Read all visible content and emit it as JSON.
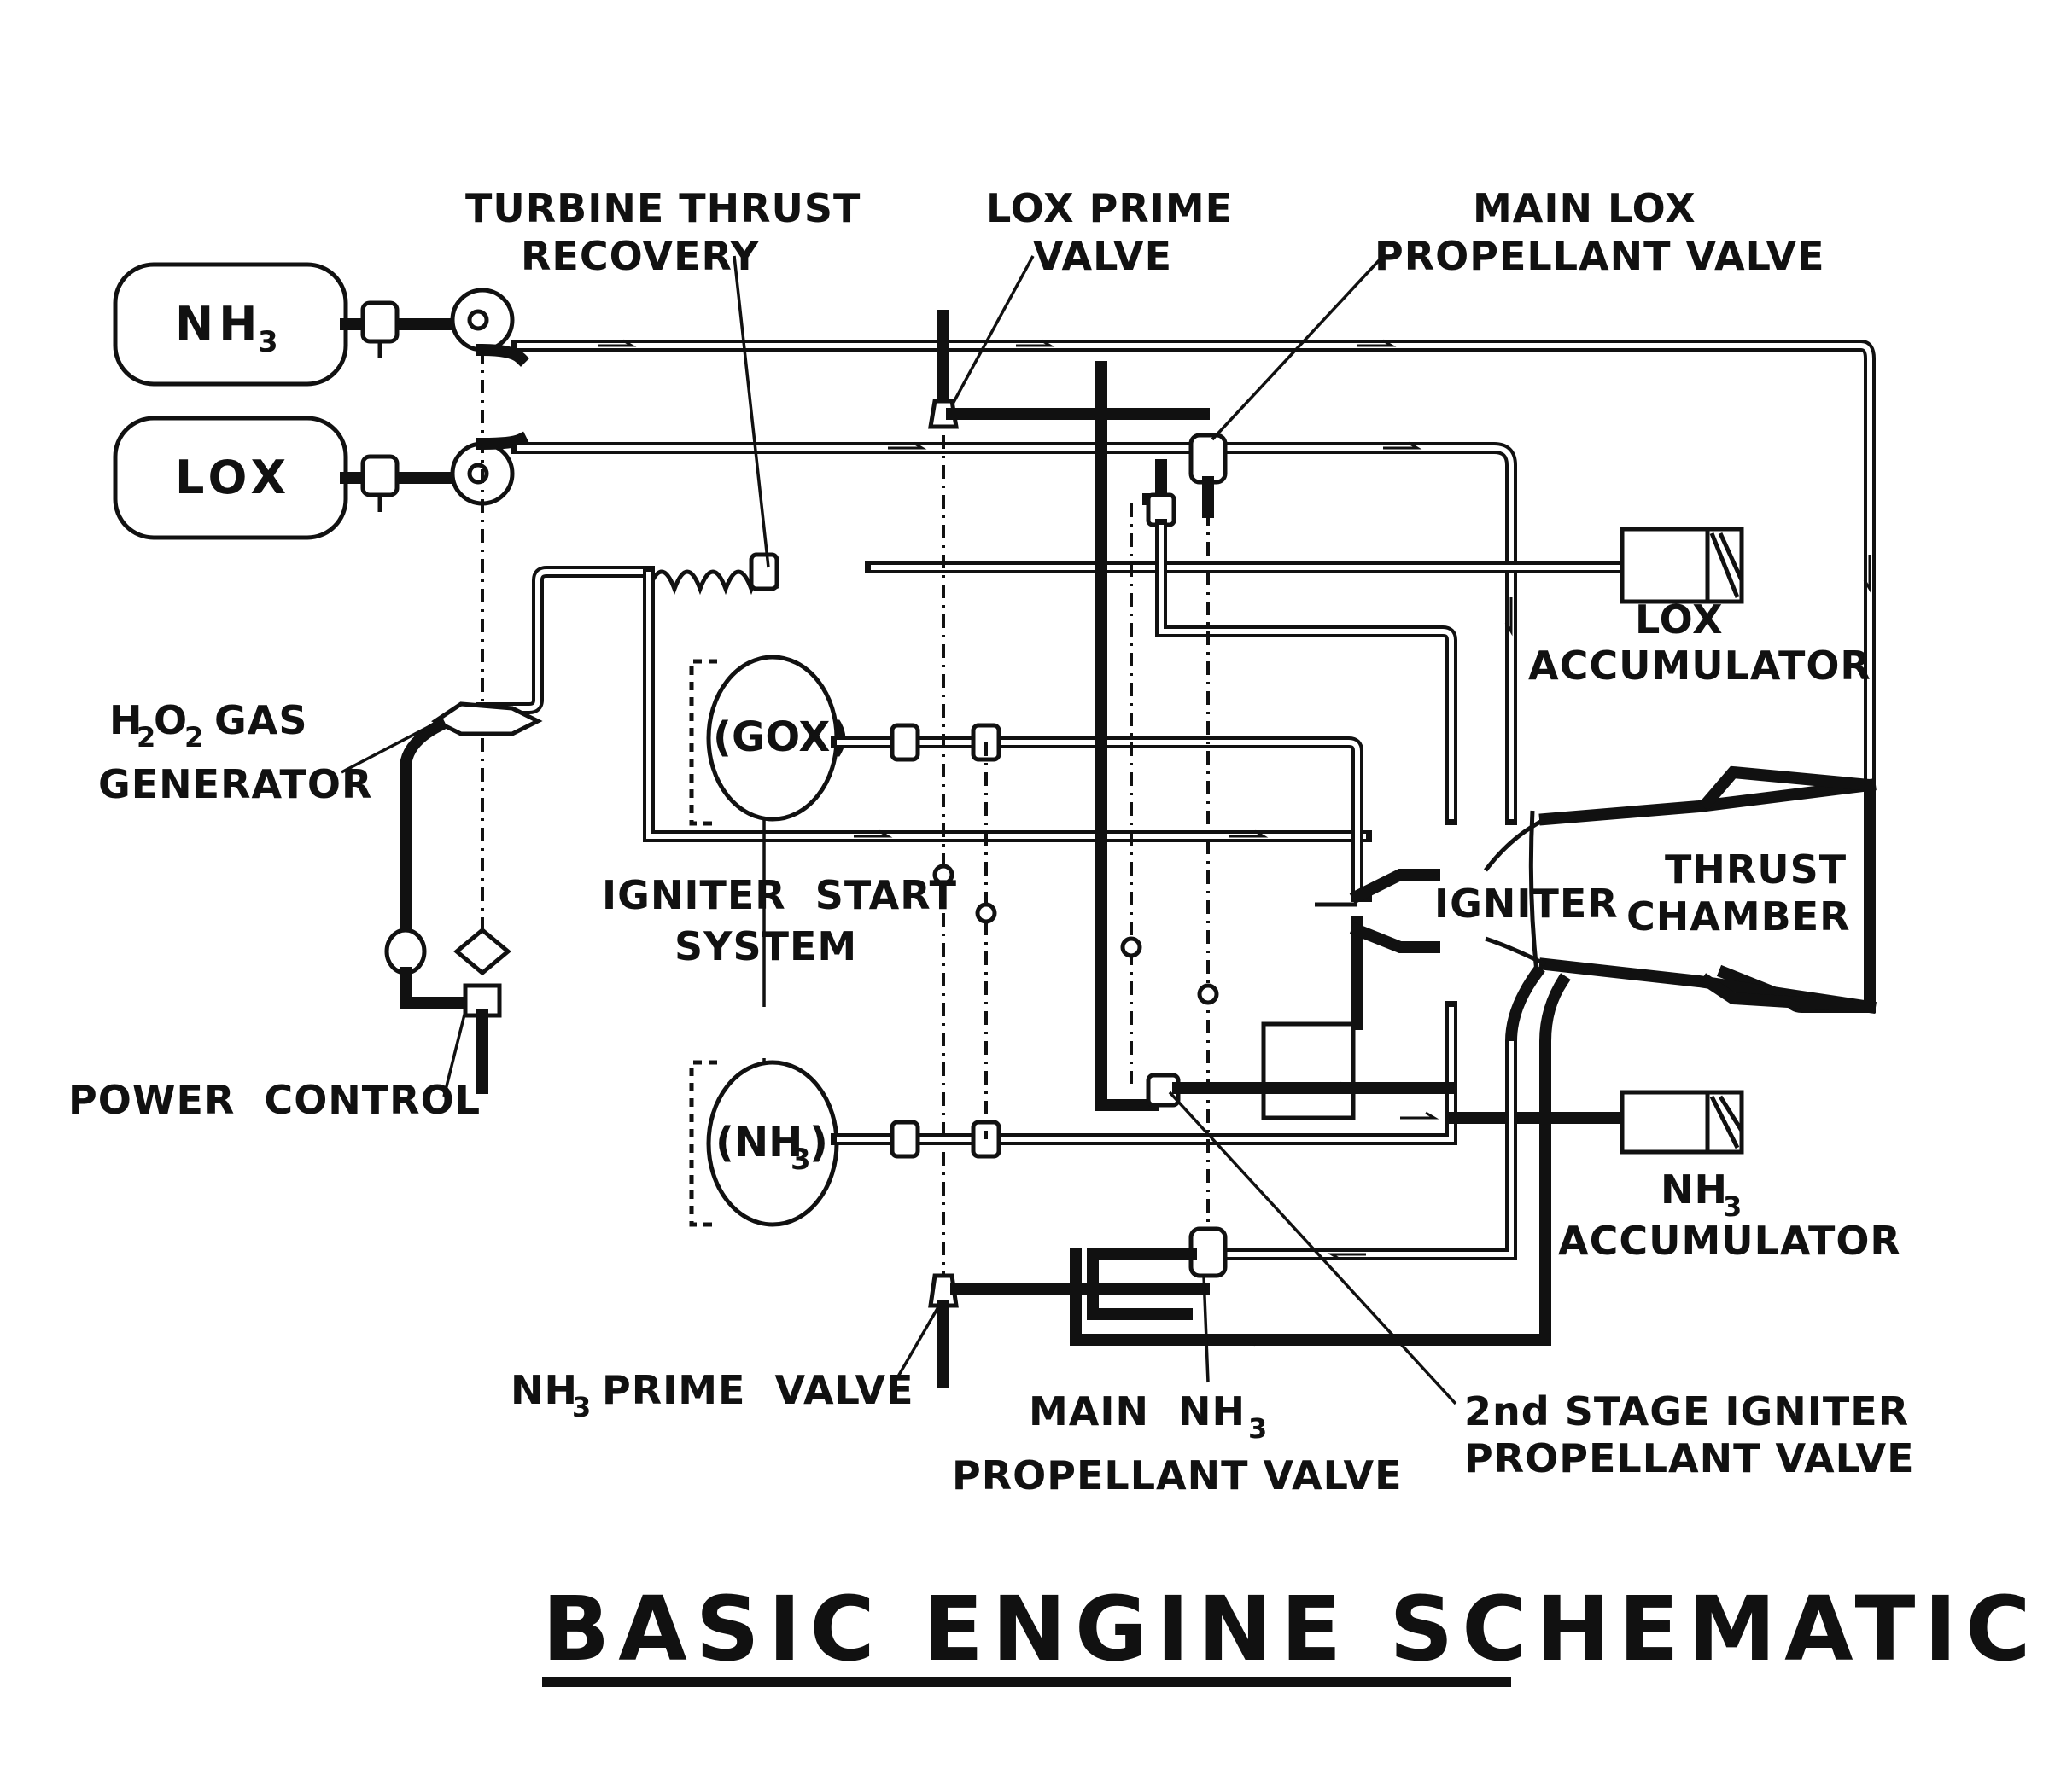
{
  "title": "BASIC ENGINE SCHEMATIC",
  "tanks": {
    "nh3": "NH",
    "nh3_sub": "3",
    "lox": "LOX"
  },
  "spheres": {
    "gox": "(GOX)",
    "nh3": "(NH",
    "nh3_sub": "3",
    "nh3_close": ")"
  },
  "labels": {
    "turbine_thrust_recovery": [
      "TURBINE THRUST",
      "RECOVERY"
    ],
    "lox_prime_valve": [
      "LOX PRIME",
      "VALVE"
    ],
    "main_lox_propellant_valve": [
      "MAIN LOX",
      "PROPELLANT VALVE"
    ],
    "lox_accumulator": [
      "LOX",
      "ACCUMULATOR"
    ],
    "h2o2_gas_generator": {
      "h": "H",
      "sub1": "2",
      "o": "O",
      "sub2": "2",
      "rest": " GAS",
      "line2": "GENERATOR"
    },
    "igniter_start_system": [
      "IGNITER  START",
      "SYSTEM"
    ],
    "igniter": "IGNITER",
    "thrust_chamber": [
      "THRUST",
      "CHAMBER"
    ],
    "power_control": "POWER  CONTROL",
    "nh3_accumulator": {
      "nh": "NH",
      "sub": "3",
      "line2": "ACCUMULATOR"
    },
    "nh3_prime_valve": {
      "nh": "NH",
      "sub": "3",
      "rest": " PRIME  VALVE"
    },
    "main_nh3_propellant_valve": {
      "line1a": "MAIN  NH",
      "sub": "3",
      "line2": "PROPELLANT VALVE"
    },
    "second_stage_igniter_propellant_valve": [
      "2nd STAGE IGNITER",
      "PROPELLANT VALVE"
    ]
  }
}
